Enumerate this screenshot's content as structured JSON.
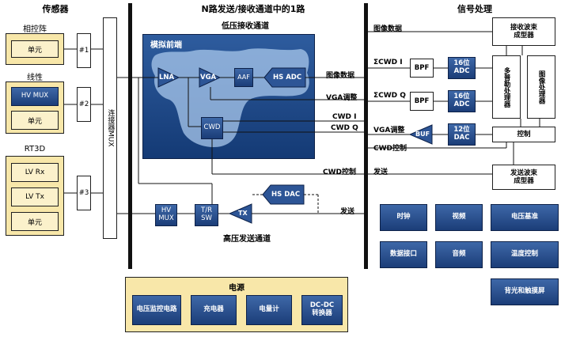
{
  "sections": {
    "sensor": "传感器",
    "channel": "N路发送/接收通道中的1路",
    "signal": "信号处理"
  },
  "sensors": {
    "phased_array": {
      "title": "相控阵",
      "cell": "单元"
    },
    "linear": {
      "title": "线性",
      "mux": "HV MUX",
      "cell": "单元"
    },
    "rt3d": {
      "title": "RT3D",
      "rx": "LV Rx",
      "tx": "LV Tx",
      "cell": "单元"
    }
  },
  "mux_nums": [
    "#1",
    "#2",
    "#3"
  ],
  "connector_mux": "连接器MUX",
  "rx_channel_title": "低压接收通道",
  "frontend_title": "模拟前端",
  "frontend_blocks": {
    "lna": "LNA",
    "vga": "VGA",
    "aaf": "AAF",
    "hsadc": "HS ADC",
    "cwd": "CWD"
  },
  "signals": {
    "image_data": "图像数据",
    "vga_adjust": "VGA调整",
    "cwd_i": "CWD I",
    "cwd_q": "CWD Q",
    "cwd_control": "CWD控制",
    "image_data_top": "图像数据",
    "sum_cwd_i": "ΣCWD I",
    "sum_cwd_q": "ΣCWD Q",
    "vga_adjust2": "VGA调整",
    "cwd_control2": "CWD控制",
    "transmit": "发送",
    "transmit2": "发送"
  },
  "tx": {
    "hs_dac": "HS DAC",
    "tx": "TX",
    "tr_sw": "T/R\nSW",
    "hv_mux": "HV\nMUX",
    "title": "高压发送通道"
  },
  "dsp": {
    "rx_beamformer": "接收波束\n成型器",
    "bpf": "BPF",
    "adc16_1": "16位\nADC",
    "adc16_2": "16位\nADC",
    "dac12": "12位\nDAC",
    "buf": "BUF",
    "doppler": "多普勒处理器",
    "image_proc": "图像处理器",
    "control": "控制",
    "tx_beamformer": "发送波束\n成型器"
  },
  "peripherals": [
    "时钟",
    "视频",
    "电压基准",
    "数据接口",
    "音频",
    "温度控制",
    "背光和触摸屏"
  ],
  "power": {
    "title": "电源",
    "items": [
      "电压监控电路",
      "充电器",
      "电量计",
      "DC-DC\n转换器"
    ]
  }
}
